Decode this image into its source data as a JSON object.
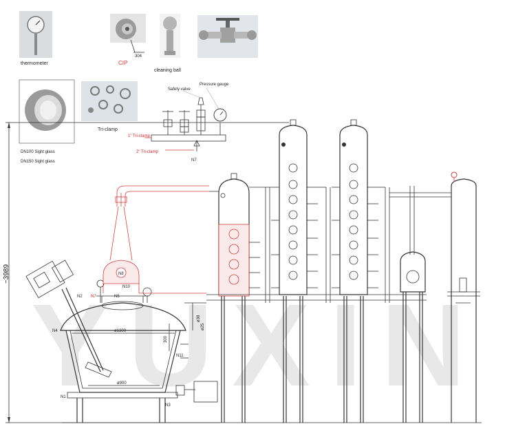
{
  "watermark": "YUXIN",
  "accessories": {
    "thermometer": "thermometer",
    "cip": "CIP",
    "cip_material": "304",
    "cleaning_ball": "cleaning ball"
  },
  "sight_glass": {
    "dn100": "DN100 Sight glass",
    "dn150": "DN150 Sight glass"
  },
  "tri_clamp": "Tri-clamp",
  "manifold": {
    "safety_valve": "Safety valve",
    "pressure_gauge": "Pressure gauge",
    "clamp_1in": "1\" Tri-clamp",
    "clamp_2in": "2\" Tri-clamp",
    "nozzle": "N7"
  },
  "dimensions": {
    "height": "~3989",
    "pot_top_dia": "ø1300",
    "pot_bottom_dia": "ø900",
    "dim_300": "300",
    "dim_38": "ø38",
    "dim_25": "ø25"
  },
  "nozzles": {
    "n1": "N1",
    "n2": "N2",
    "n3": "N3",
    "n4": "N4",
    "n5": "N5",
    "n7": "N7",
    "n8": "N8",
    "n10": "N10",
    "n11": "N11"
  },
  "colors": {
    "line": "#333333",
    "red": "#d04040",
    "watermark": "#e6e6e6"
  }
}
